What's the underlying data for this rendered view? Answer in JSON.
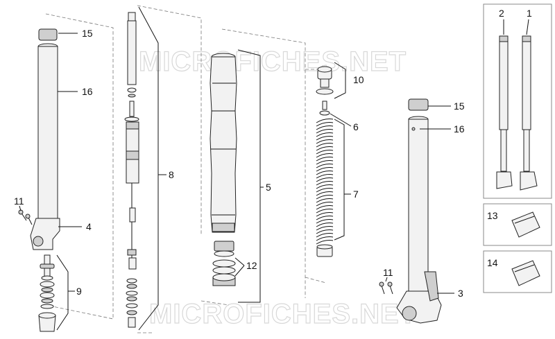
{
  "watermark": "MICROFICHES.NET",
  "labels": {
    "c15a": "15",
    "c16a": "16",
    "c11a": "11",
    "c4": "4",
    "c9": "9",
    "c8": "8",
    "c5": "5",
    "c12": "12",
    "c10": "10",
    "c6": "6",
    "c7": "7",
    "c15b": "15",
    "c16b": "16",
    "c11b": "11",
    "c3": "3",
    "c2": "2",
    "c1": "1",
    "c13": "13",
    "c14": "14"
  }
}
